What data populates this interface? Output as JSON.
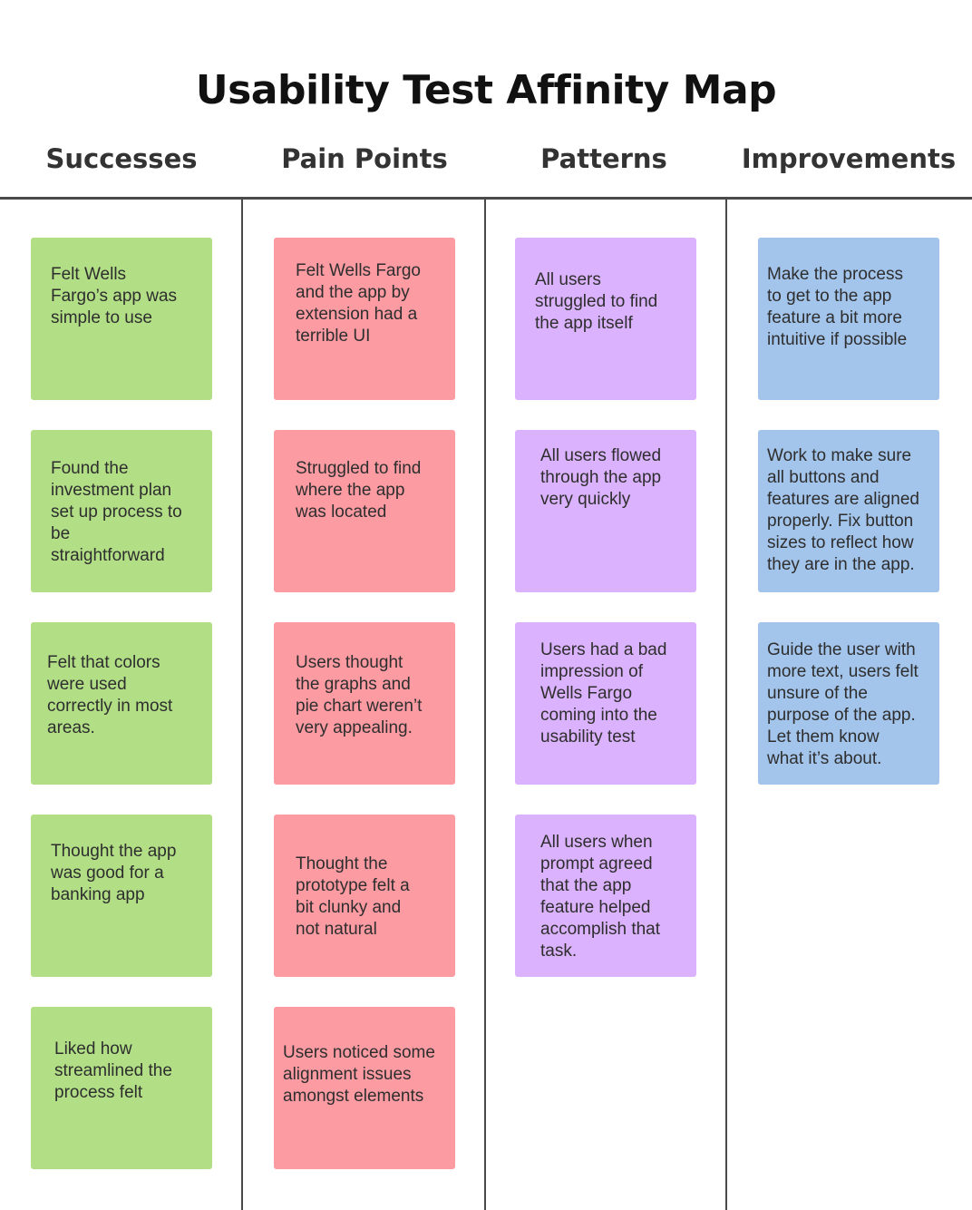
{
  "title": "Usability Test Affinity Map",
  "colors": {
    "successes": "#b2df86",
    "pain_points": "#fd9ba3",
    "patterns": "#dbb2fd",
    "improvements": "#a3c4eb",
    "divider": "#4a4a4a"
  },
  "columns": [
    {
      "name": "Successes",
      "notes": [
        "Felt Wells\nFargo’s app was\nsimple to use",
        "Found the\ninvestment plan\nset up process to\nbe\nstraightforward",
        "Felt that colors\nwere used\ncorrectly in most\nareas.",
        "Thought the app\nwas good for a\nbanking app",
        "Liked how\nstreamlined the\nprocess felt"
      ]
    },
    {
      "name": "Pain Points",
      "notes": [
        "Felt Wells Fargo\nand the app by\nextension had a\nterrible UI",
        "Struggled to find\nwhere the app\nwas located",
        "Users thought\nthe graphs and\npie chart weren’t\nvery appealing.",
        "Thought the\nprototype felt a\nbit clunky and\nnot natural",
        "Users noticed some\nalignment issues\namongst elements"
      ]
    },
    {
      "name": "Patterns",
      "notes": [
        "All users\nstruggled to find\nthe app itself",
        "All users flowed\nthrough the app\nvery quickly",
        "Users had a bad\nimpression of\nWells Fargo\ncoming into the\nusability test",
        "All users when\nprompt agreed\nthat the app\nfeature helped\naccomplish that\ntask."
      ]
    },
    {
      "name": "Improvements",
      "notes": [
        "Make the process\nto get to the app\nfeature a bit more\nintuitive if possible",
        "Work to make sure\nall buttons and\nfeatures are aligned\nproperly. Fix button\nsizes to reflect how\nthey are in the app.",
        "Guide the user with\nmore text, users felt\nunsure of the\npurpose of the app.\nLet them know\nwhat it’s about."
      ]
    }
  ]
}
